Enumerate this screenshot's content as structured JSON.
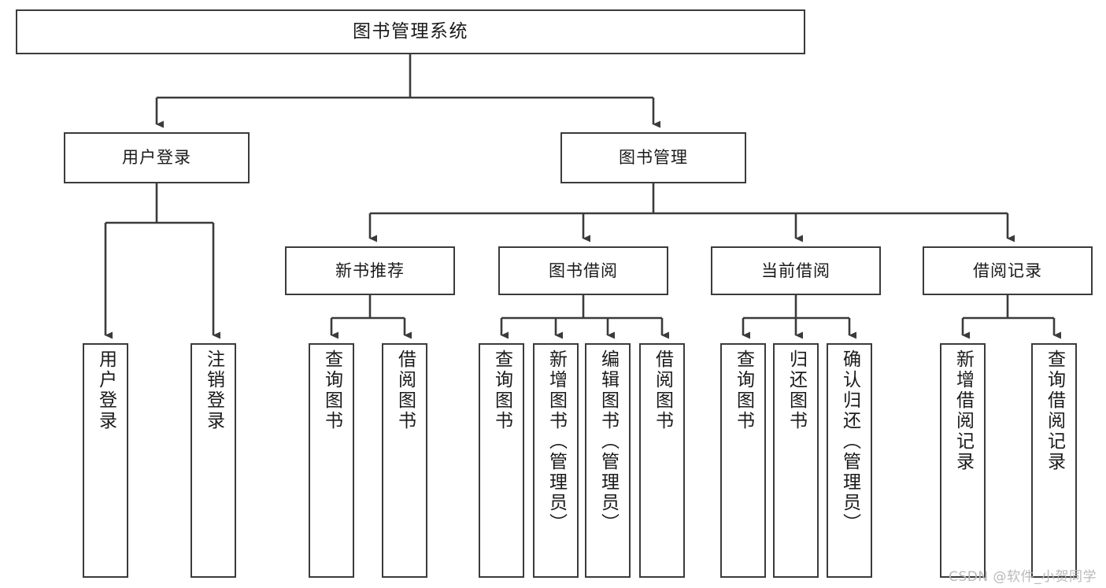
{
  "diagram": {
    "title_node": {
      "label": "图书管理系统"
    },
    "level1": [
      {
        "id": "user-login",
        "label": "用户登录"
      },
      {
        "id": "book-management",
        "label": "图书管理"
      }
    ],
    "level2": [
      {
        "id": "new-book-recommend",
        "label": "新书推荐"
      },
      {
        "id": "book-borrow",
        "label": "图书借阅"
      },
      {
        "id": "current-borrow",
        "label": "当前借阅"
      },
      {
        "id": "borrow-record",
        "label": "借阅记录"
      }
    ],
    "leaves": {
      "user_login": [
        {
          "id": "leaf-user-login",
          "label": "用户登录"
        },
        {
          "id": "leaf-logout-login",
          "label": "注销登录"
        }
      ],
      "new_book_recommend": [
        {
          "id": "leaf-query-book-1",
          "label": "查询图书"
        },
        {
          "id": "leaf-borrow-book-1",
          "label": "借阅图书"
        }
      ],
      "book_borrow": [
        {
          "id": "leaf-query-book-2",
          "label": "查询图书"
        },
        {
          "id": "leaf-add-book-admin",
          "label": "新增图书（管理员）"
        },
        {
          "id": "leaf-edit-book-admin",
          "label": "编辑图书（管理员）"
        },
        {
          "id": "leaf-borrow-book-2",
          "label": "借阅图书"
        }
      ],
      "current_borrow": [
        {
          "id": "leaf-query-book-3",
          "label": "查询图书"
        },
        {
          "id": "leaf-return-book",
          "label": "归还图书"
        },
        {
          "id": "leaf-confirm-return-admin",
          "label": "确认归还（管理员）"
        }
      ],
      "borrow_record": [
        {
          "id": "leaf-add-borrow-record",
          "label": "新增借阅记录"
        },
        {
          "id": "leaf-query-borrow-record",
          "label": "查询借阅记录"
        }
      ]
    },
    "watermark": "CSDN @软件_小贺同学",
    "colors": {
      "box_border": "#3b3b3b",
      "text": "#1a1a1a",
      "connector": "#3b3b3b",
      "background": "#ffffff",
      "watermark": "#b9b9b9"
    }
  }
}
